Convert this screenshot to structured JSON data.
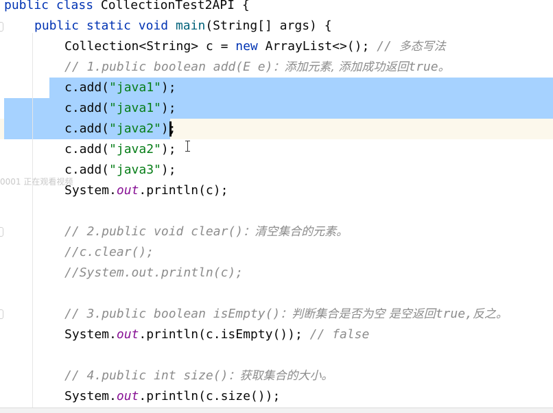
{
  "editor": {
    "class_line": {
      "kw1": "public",
      "kw2": "class",
      "name": "CollectionTest2API",
      "brace": " {"
    },
    "main_line": {
      "kw1": "public",
      "kw2": "static",
      "kw3": "void",
      "fn": "main",
      "params": "(String[] args) {"
    },
    "decl_line": {
      "type": "Collection<String> c = ",
      "kw": "new",
      "rest": " ArrayList<>(); ",
      "comment": "// ",
      "comment_cn": "多态写法"
    },
    "comment1": {
      "en": "// 1.public boolean add(E e)",
      "cn": "：添加元素, 添加成功返回",
      "en2": "true",
      "cn2": "。"
    },
    "add_lines": [
      {
        "pre": "c.add(",
        "arg": "\"java1\"",
        "post": ");"
      },
      {
        "pre": "c.add(",
        "arg": "\"java1\"",
        "post": ");"
      },
      {
        "pre": "c.add(",
        "arg": "\"java2\"",
        "post": ")",
        "post2": ";"
      },
      {
        "pre": "c.add(",
        "arg": "\"java2\"",
        "post": ");"
      },
      {
        "pre": "c.add(",
        "arg": "\"java3\"",
        "post": ");"
      }
    ],
    "print_c": {
      "pre": "System.",
      "field": "out",
      "post": ".println(c);"
    },
    "comment2": {
      "en": "// 2.public void clear()",
      "cn": "：清空集合的元素。"
    },
    "comment2a": "//c.clear();",
    "comment2b": "//System.out.println(c);",
    "comment3": {
      "en": "// 3.public boolean isEmpty()",
      "cn": "：判断集合是否为空 是空返回",
      "en2": "true,",
      "cn2": "反之。"
    },
    "print_empty": {
      "pre": "System.",
      "field": "out",
      "post": ".println(c.isEmpty()); ",
      "comment": "// false"
    },
    "comment4": {
      "en": "// 4.public int size()",
      "cn": "：获取集合的大小。"
    },
    "print_size": {
      "pre": "System.",
      "field": "out",
      "post": ".println(c.size());"
    }
  },
  "overlay": {
    "watermark": "0001 正在观看视频"
  },
  "colors": {
    "selection": "#a6d2ff",
    "caret_line": "#fcf8ec",
    "keyword": "#0033b3",
    "string": "#067d17",
    "comment": "#8c8c8c",
    "static_field": "#871094"
  }
}
